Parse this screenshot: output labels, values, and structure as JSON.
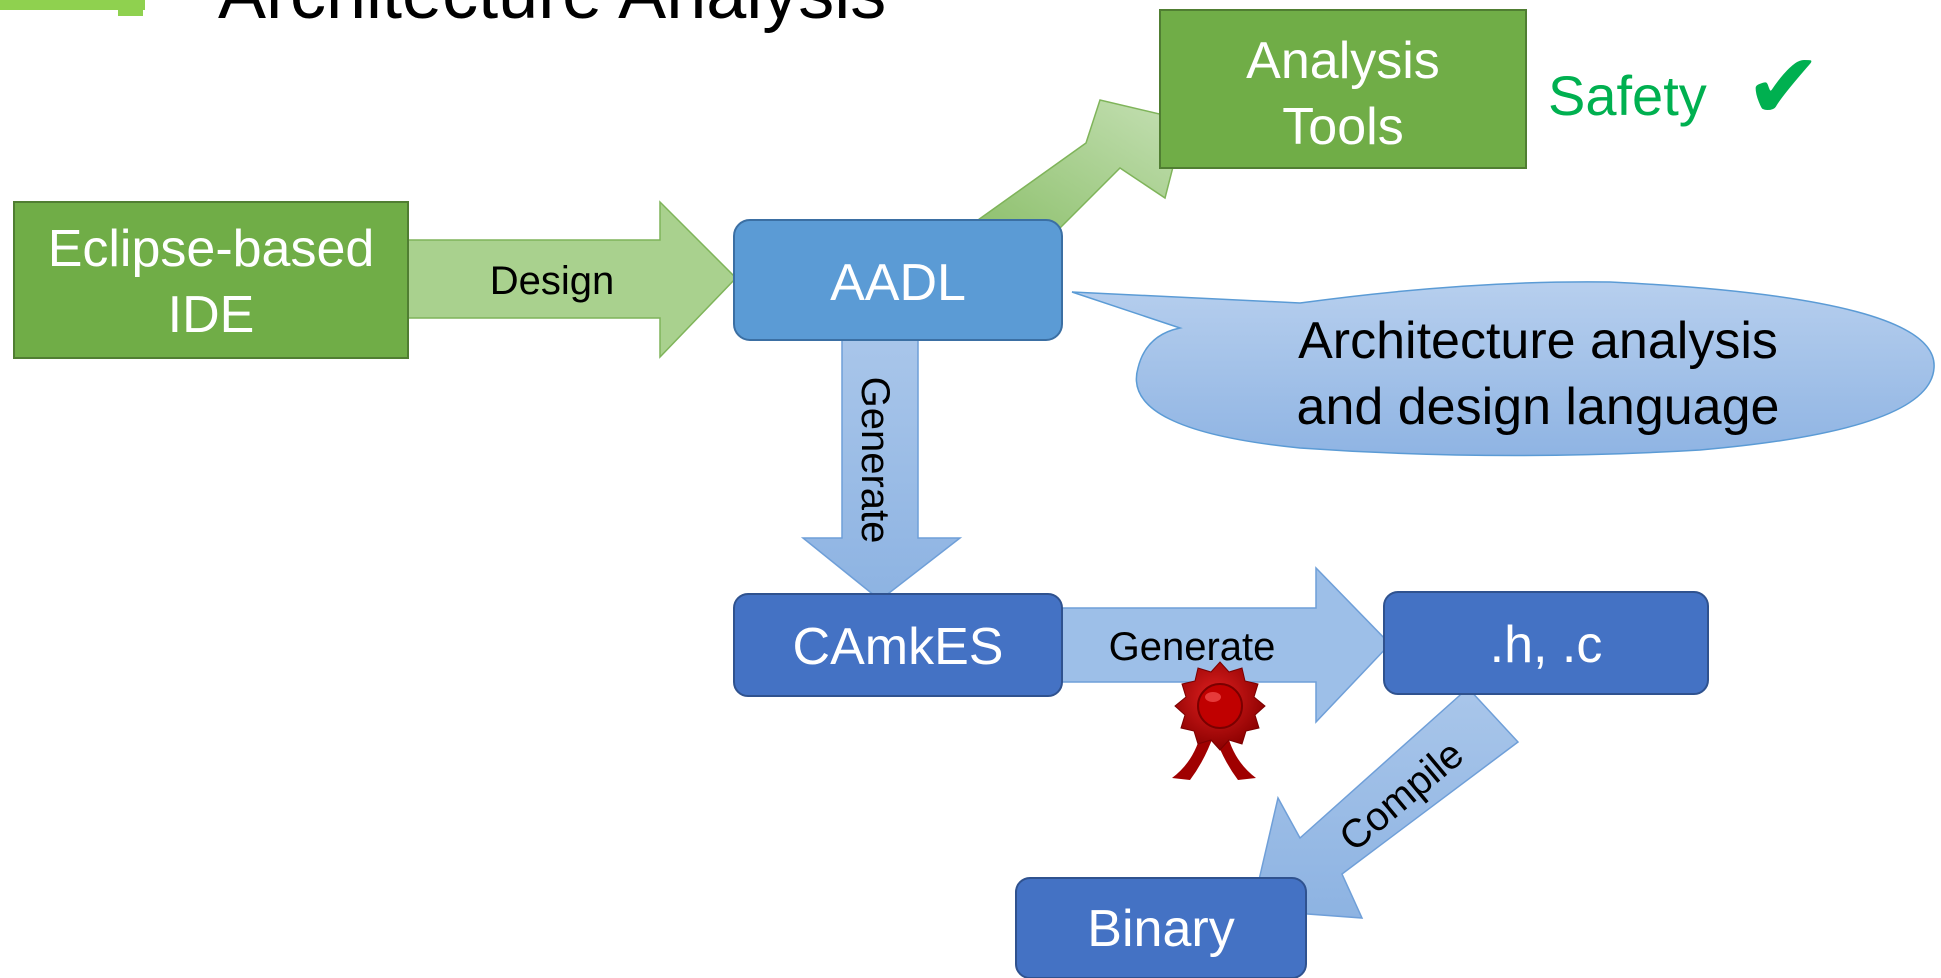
{
  "slide": {
    "title": "Architecture Analysis"
  },
  "boxes": {
    "ide": {
      "line1": "Eclipse-based",
      "line2": "IDE"
    },
    "aadl": {
      "label": "AADL"
    },
    "tools": {
      "line1": "Analysis",
      "line2": "Tools"
    },
    "camkes": {
      "label": "CAmkES"
    },
    "source": {
      "label": ".h, .c"
    },
    "binary": {
      "label": "Binary"
    }
  },
  "arrows": {
    "design": "Design",
    "generate_down": "Generate",
    "generate_right": "Generate",
    "compile": "Compile"
  },
  "callout": {
    "line1": "Architecture analysis",
    "line2": "and design language"
  },
  "safety": {
    "label": "Safety",
    "mark": "✔"
  },
  "colors": {
    "green_box": "#70ad47",
    "green_arrow": "#a9d18e",
    "light_blue_box": "#5b9bd5",
    "dark_blue_box": "#4472c4",
    "blue_arrow": "#9dc3e6",
    "safety_green": "#00b050",
    "seal_red": "#b00000"
  },
  "icons": {
    "seal": "certification-seal-icon",
    "checkmark": "checkmark-icon",
    "title_bullet": "title-bullet-icon"
  }
}
